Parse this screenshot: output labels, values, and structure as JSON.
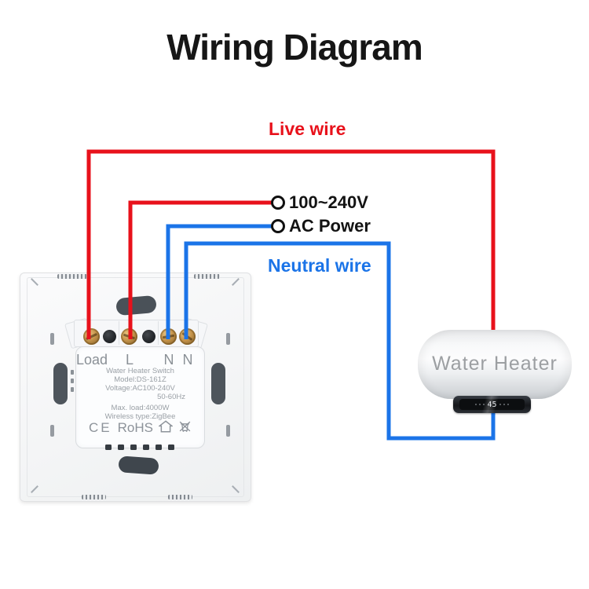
{
  "title": "Wiring Diagram",
  "annotations": {
    "live_wire": "Live wire",
    "power_line1": "100~240V",
    "power_line2": "AC Power",
    "neutral_wire": "Neutral wire"
  },
  "colors": {
    "live_wire": "#e8111b",
    "neutral_wire": "#1b74e8",
    "title_text": "#161616",
    "power_text": "#131313"
  },
  "switch_device": {
    "terminal_labels": [
      "Load",
      "L",
      "N",
      "N"
    ],
    "spec_lines": [
      "Water Heater Switch",
      "Model:DS-161Z",
      "Voltage:AC100-240V",
      "50-60Hz",
      "Max. load:4000W",
      "Wireless type:ZigBee"
    ],
    "cert_ce": "CE",
    "cert_rohs": "RoHS"
  },
  "water_heater": {
    "label": "Water Heater",
    "display_value": "45"
  }
}
